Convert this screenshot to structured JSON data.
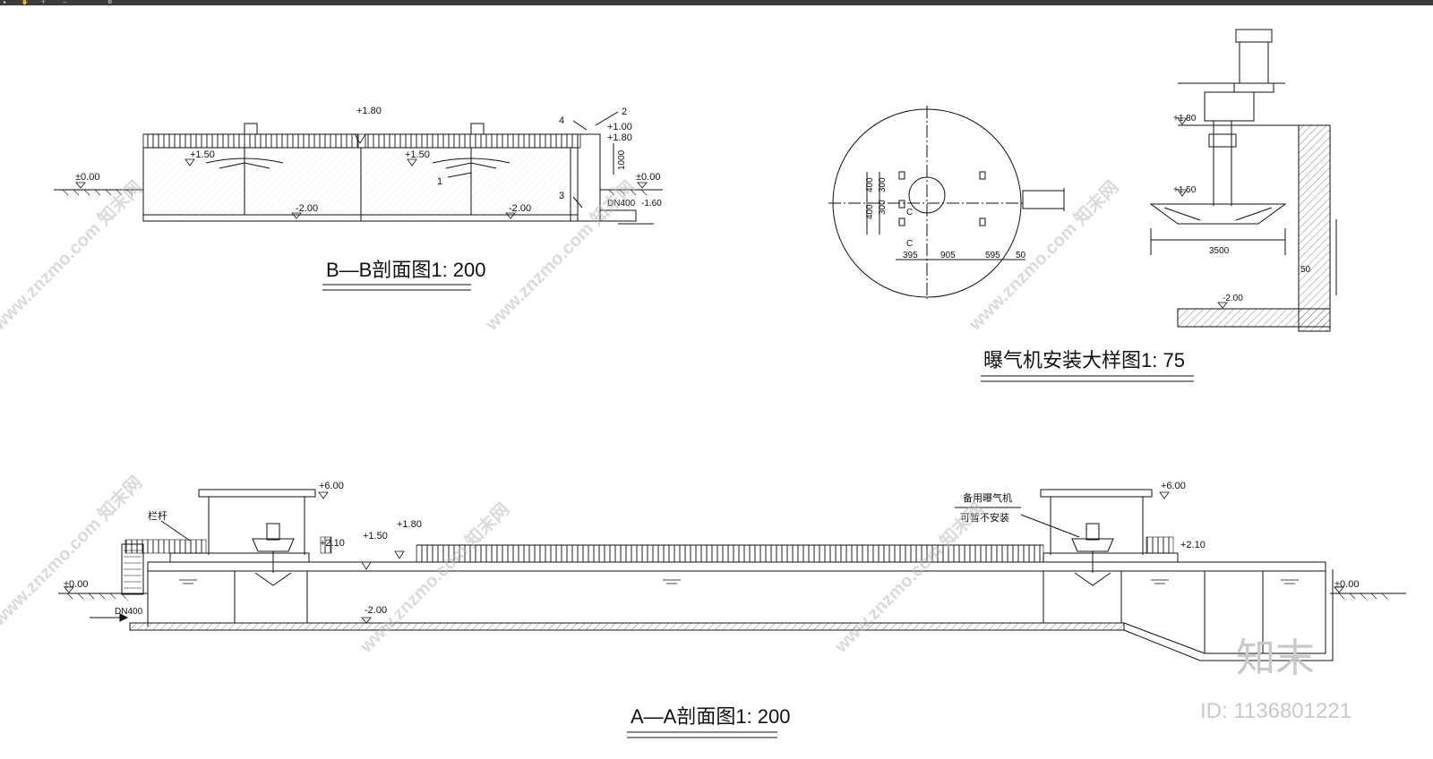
{
  "toolbar": {
    "icons": [
      "select-icon",
      "pan-icon",
      "zoom-in-icon",
      "zoom-out-icon",
      "settings-icon"
    ]
  },
  "views": {
    "bb": {
      "title": "B—B剖面图1: 200",
      "levels": {
        "top": "+1.80",
        "water": "+1.50",
        "ground": "±0.00",
        "bottom": "-2.00",
        "bottom2": "-2.00",
        "r100": "+1.00",
        "r180": "+1.80",
        "ground_r": "±0.00",
        "dn": "DN400",
        "dn_level": "-1.60",
        "v1000": "1000",
        "water2": "+1.50"
      },
      "callouts": [
        "1",
        "2",
        "3",
        "4"
      ]
    },
    "detail": {
      "title": "曝气机安装大样图1: 75",
      "dims": {
        "a": "400",
        "b": "400",
        "c": "300",
        "d": "300",
        "x1": "395",
        "x2": "905",
        "x3": "595",
        "x4": "50",
        "span": "3500",
        "gap": "50",
        "c1": "C",
        "c2": "C"
      },
      "levels": {
        "top": "+1.80",
        "water": "+1.50",
        "bottom": "-2.00"
      }
    },
    "aa": {
      "title": "A—A剖面图1: 200",
      "levels": {
        "roof_l": "+6.00",
        "roof_r": "+6.00",
        "deck_l": "+2.10",
        "deck_r": "+2.10",
        "w150": "+1.50",
        "w180": "+1.80",
        "ground_l": "±0.00",
        "ground_r": "±0.00",
        "bottom": "-2.00",
        "dn": "DN400"
      },
      "labels": {
        "rail": "栏杆",
        "spare1": "备用曝气机",
        "spare2": "可暂不安装"
      }
    }
  },
  "watermark": {
    "text": "www.znzmo.com 知末网",
    "logo": "知末",
    "id": "ID: 1136801221"
  }
}
